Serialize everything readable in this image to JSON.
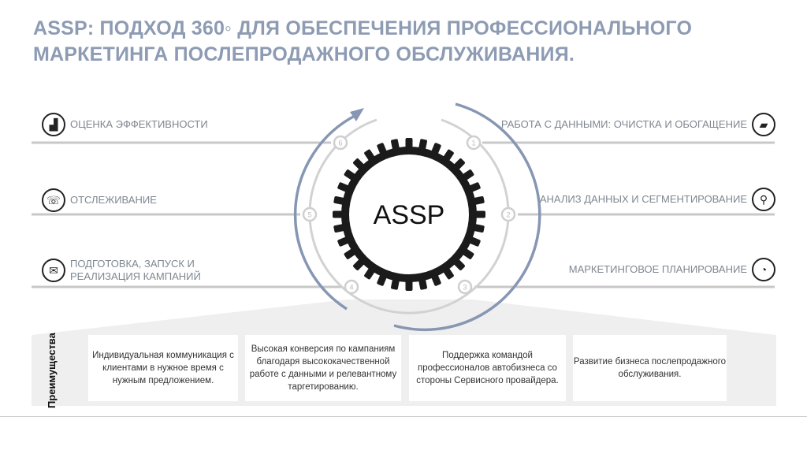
{
  "title": {
    "line1": "ASSP: ПОДХОД 360◦ ДЛЯ ОБЕСПЕЧЕНИЯ ПРОФЕССИОНАЛЬНОГО",
    "line2": "МАРКЕТИНГА ПОСЛЕПРОДАЖНОГО ОБСЛУЖИВАНИЯ."
  },
  "center_label": "ASSP",
  "steps": {
    "left": [
      {
        "num": "6",
        "label": "ОЦЕНКА ЭФФЕКТИВНОСТИ",
        "icon": "chart-icon"
      },
      {
        "num": "5",
        "label": "ОТСЛЕЖИВАНИЕ",
        "icon": "phone-icon"
      },
      {
        "num": "4",
        "label": "ПОДГОТОВКА, ЗАПУСК И РЕАЛИЗАЦИЯ КАМПАНИЙ",
        "icon": "mail-icon"
      }
    ],
    "right": [
      {
        "num": "1",
        "label": "РАБОТА С ДАННЫМИ: ОЧИСТКА И ОБОГАЩЕНИЕ",
        "icon": "folder-icon"
      },
      {
        "num": "2",
        "label": "АНАЛИЗ ДАННЫХ И СЕГМЕНТИРОВАНИЕ",
        "icon": "search-icon"
      },
      {
        "num": "3",
        "label": "МАРКЕТИНГОВОЕ ПЛАНИРОВАНИЕ",
        "icon": "pie-chart-icon"
      }
    ]
  },
  "advantages": {
    "label": "Преимущества",
    "items": [
      "Индивидуальная коммуникация с клиентами в нужное время с нужным предложением.",
      "Высокая конверсия по кампаниям благодаря высококачественной работе с данными и релевантному таргетированию.",
      "Поддержка командой профессионалов автобизнеса со стороны Сервисного провайдера.",
      "Развитие бизнеса послепродажного обслуживания."
    ]
  },
  "colors": {
    "title": "#8d9bb3",
    "arc": "#8797b3",
    "ring": "#cfcfcf"
  }
}
